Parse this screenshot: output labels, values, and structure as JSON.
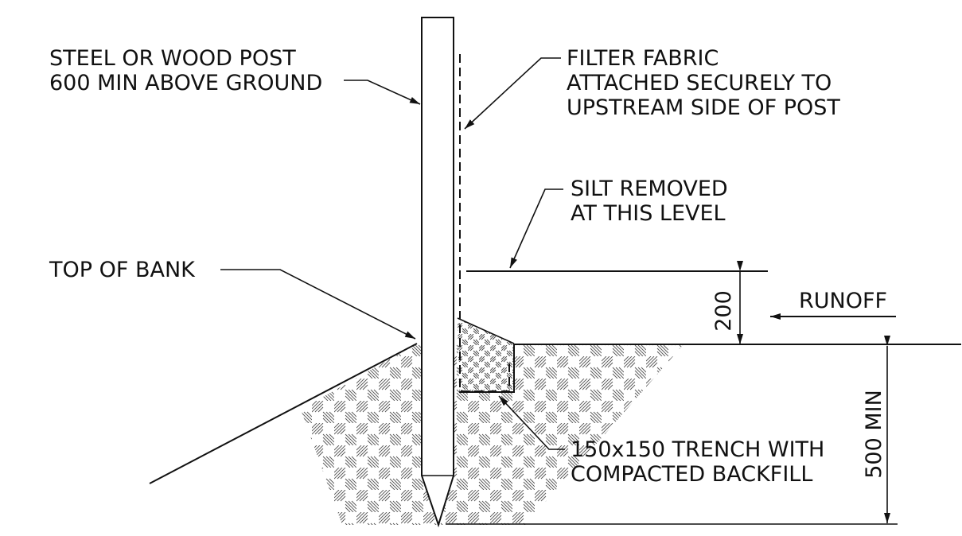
{
  "labels": {
    "post_line1": "STEEL OR WOOD POST",
    "post_line2": "600 MIN ABOVE GROUND",
    "fabric_line1": "FILTER FABRIC",
    "fabric_line2": "ATTACHED SECURELY TO",
    "fabric_line3": "UPSTREAM SIDE OF POST",
    "silt_line1": "SILT REMOVED",
    "silt_line2": "AT THIS LEVEL",
    "top_of_bank": "TOP OF BANK",
    "runoff": "RUNOFF",
    "trench_line1": "150x150 TRENCH WITH",
    "trench_line2": "COMPACTED BACKFILL"
  },
  "dimensions": {
    "silt_height": "200",
    "embed_depth": "500 MIN"
  }
}
